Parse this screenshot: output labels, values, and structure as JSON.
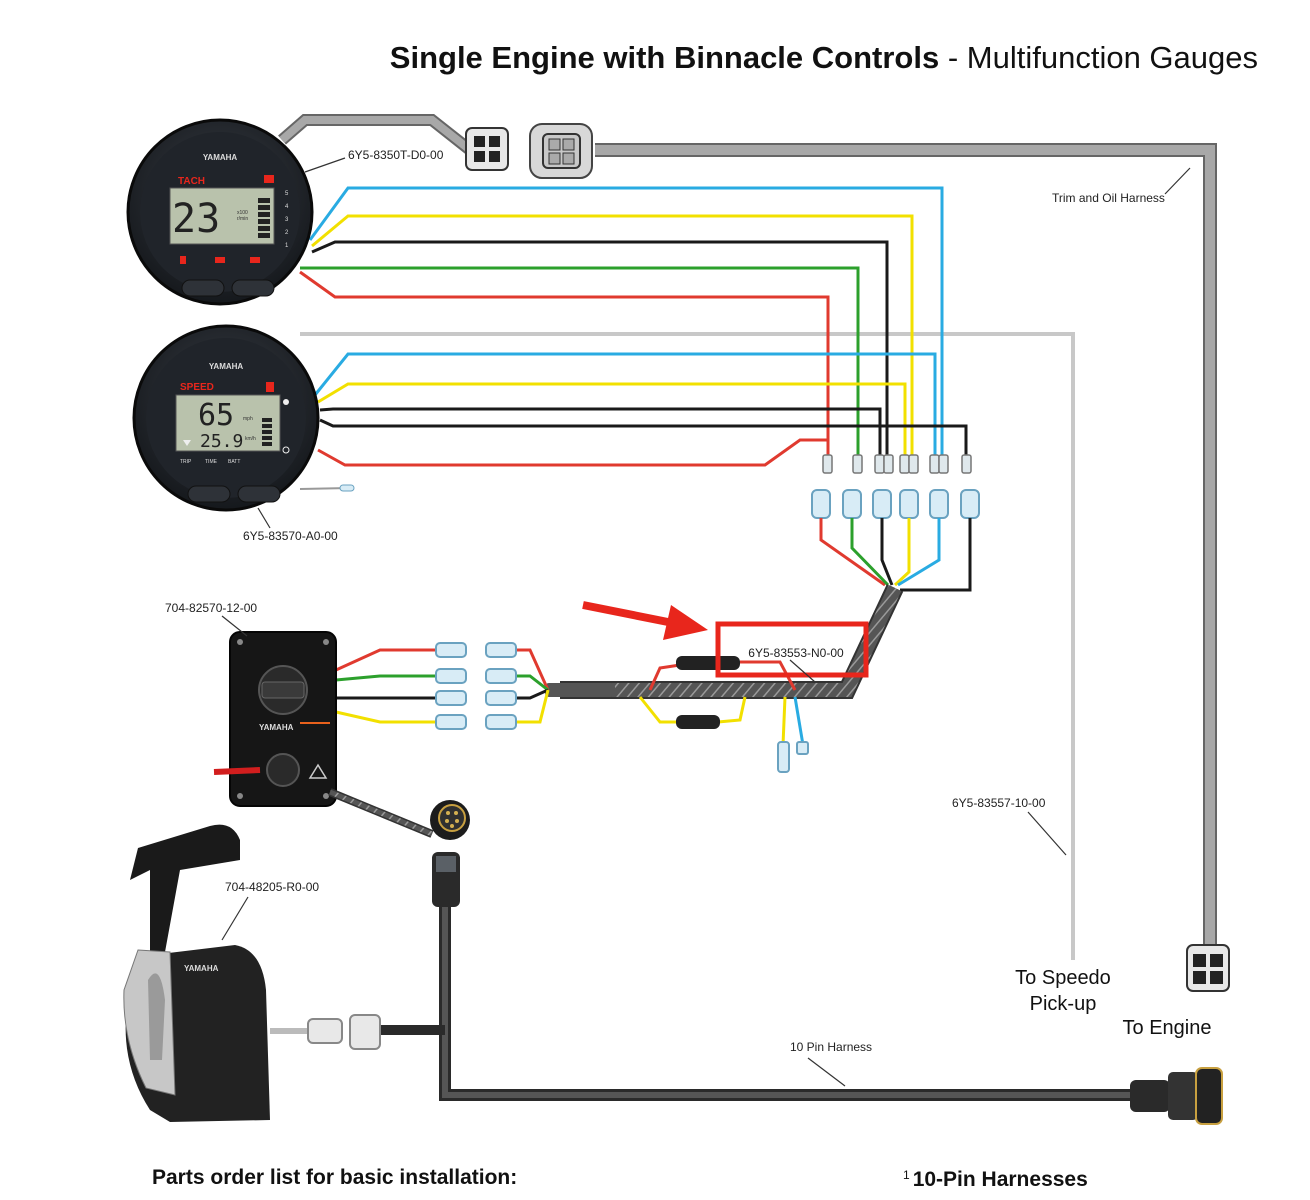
{
  "title": {
    "bold": "Single Engine with Binnacle Controls",
    "separator": " - ",
    "light": "Multifunction Gauges"
  },
  "tach_gauge": {
    "part_number": "6Y5-8350T-D0-00",
    "brand": "YAMAHA",
    "label": "TACH",
    "reading": "23",
    "unit_top": "x100",
    "unit_bottom": "r/min",
    "scale": [
      "5",
      "4",
      "3",
      "2",
      "1"
    ]
  },
  "speed_gauge": {
    "part_number": "6Y5-83570-A0-00",
    "brand": "YAMAHA",
    "label": "SPEED",
    "reading_main": "65",
    "reading_sub": "25.9",
    "unit_main": "mph",
    "unit_sub": "km/h",
    "buttons": [
      "TRIP",
      "TIME",
      "BATT"
    ]
  },
  "labels": {
    "trim_oil_harness": "Trim and Oil Harness",
    "highlighted_part": "6Y5-83553-N0-00",
    "switch_panel": "704-82570-12-00",
    "binnacle_control": "704-48205-R0-00",
    "speedo_harness": "6Y5-83557-10-00",
    "to_speedo_line1": "To Speedo",
    "to_speedo_line2": "Pick-up",
    "to_engine": "To Engine",
    "ten_pin_harness": "10 Pin Harness",
    "panel_brand": "YAMAHA",
    "control_brand": "YAMAHA"
  },
  "footer": {
    "parts_list_title": "Parts order list for basic installation:",
    "harness_sup": "1",
    "harness_title": "10-Pin Harnesses"
  },
  "colors": {
    "highlight": "#e8261c",
    "arrow": "#e8261c",
    "blue": "#29abe2",
    "yellow": "#f2e000",
    "black": "#1a1a1a",
    "green": "#2ca02c",
    "red": "#e03a2f",
    "harness_gray": "#808080"
  }
}
